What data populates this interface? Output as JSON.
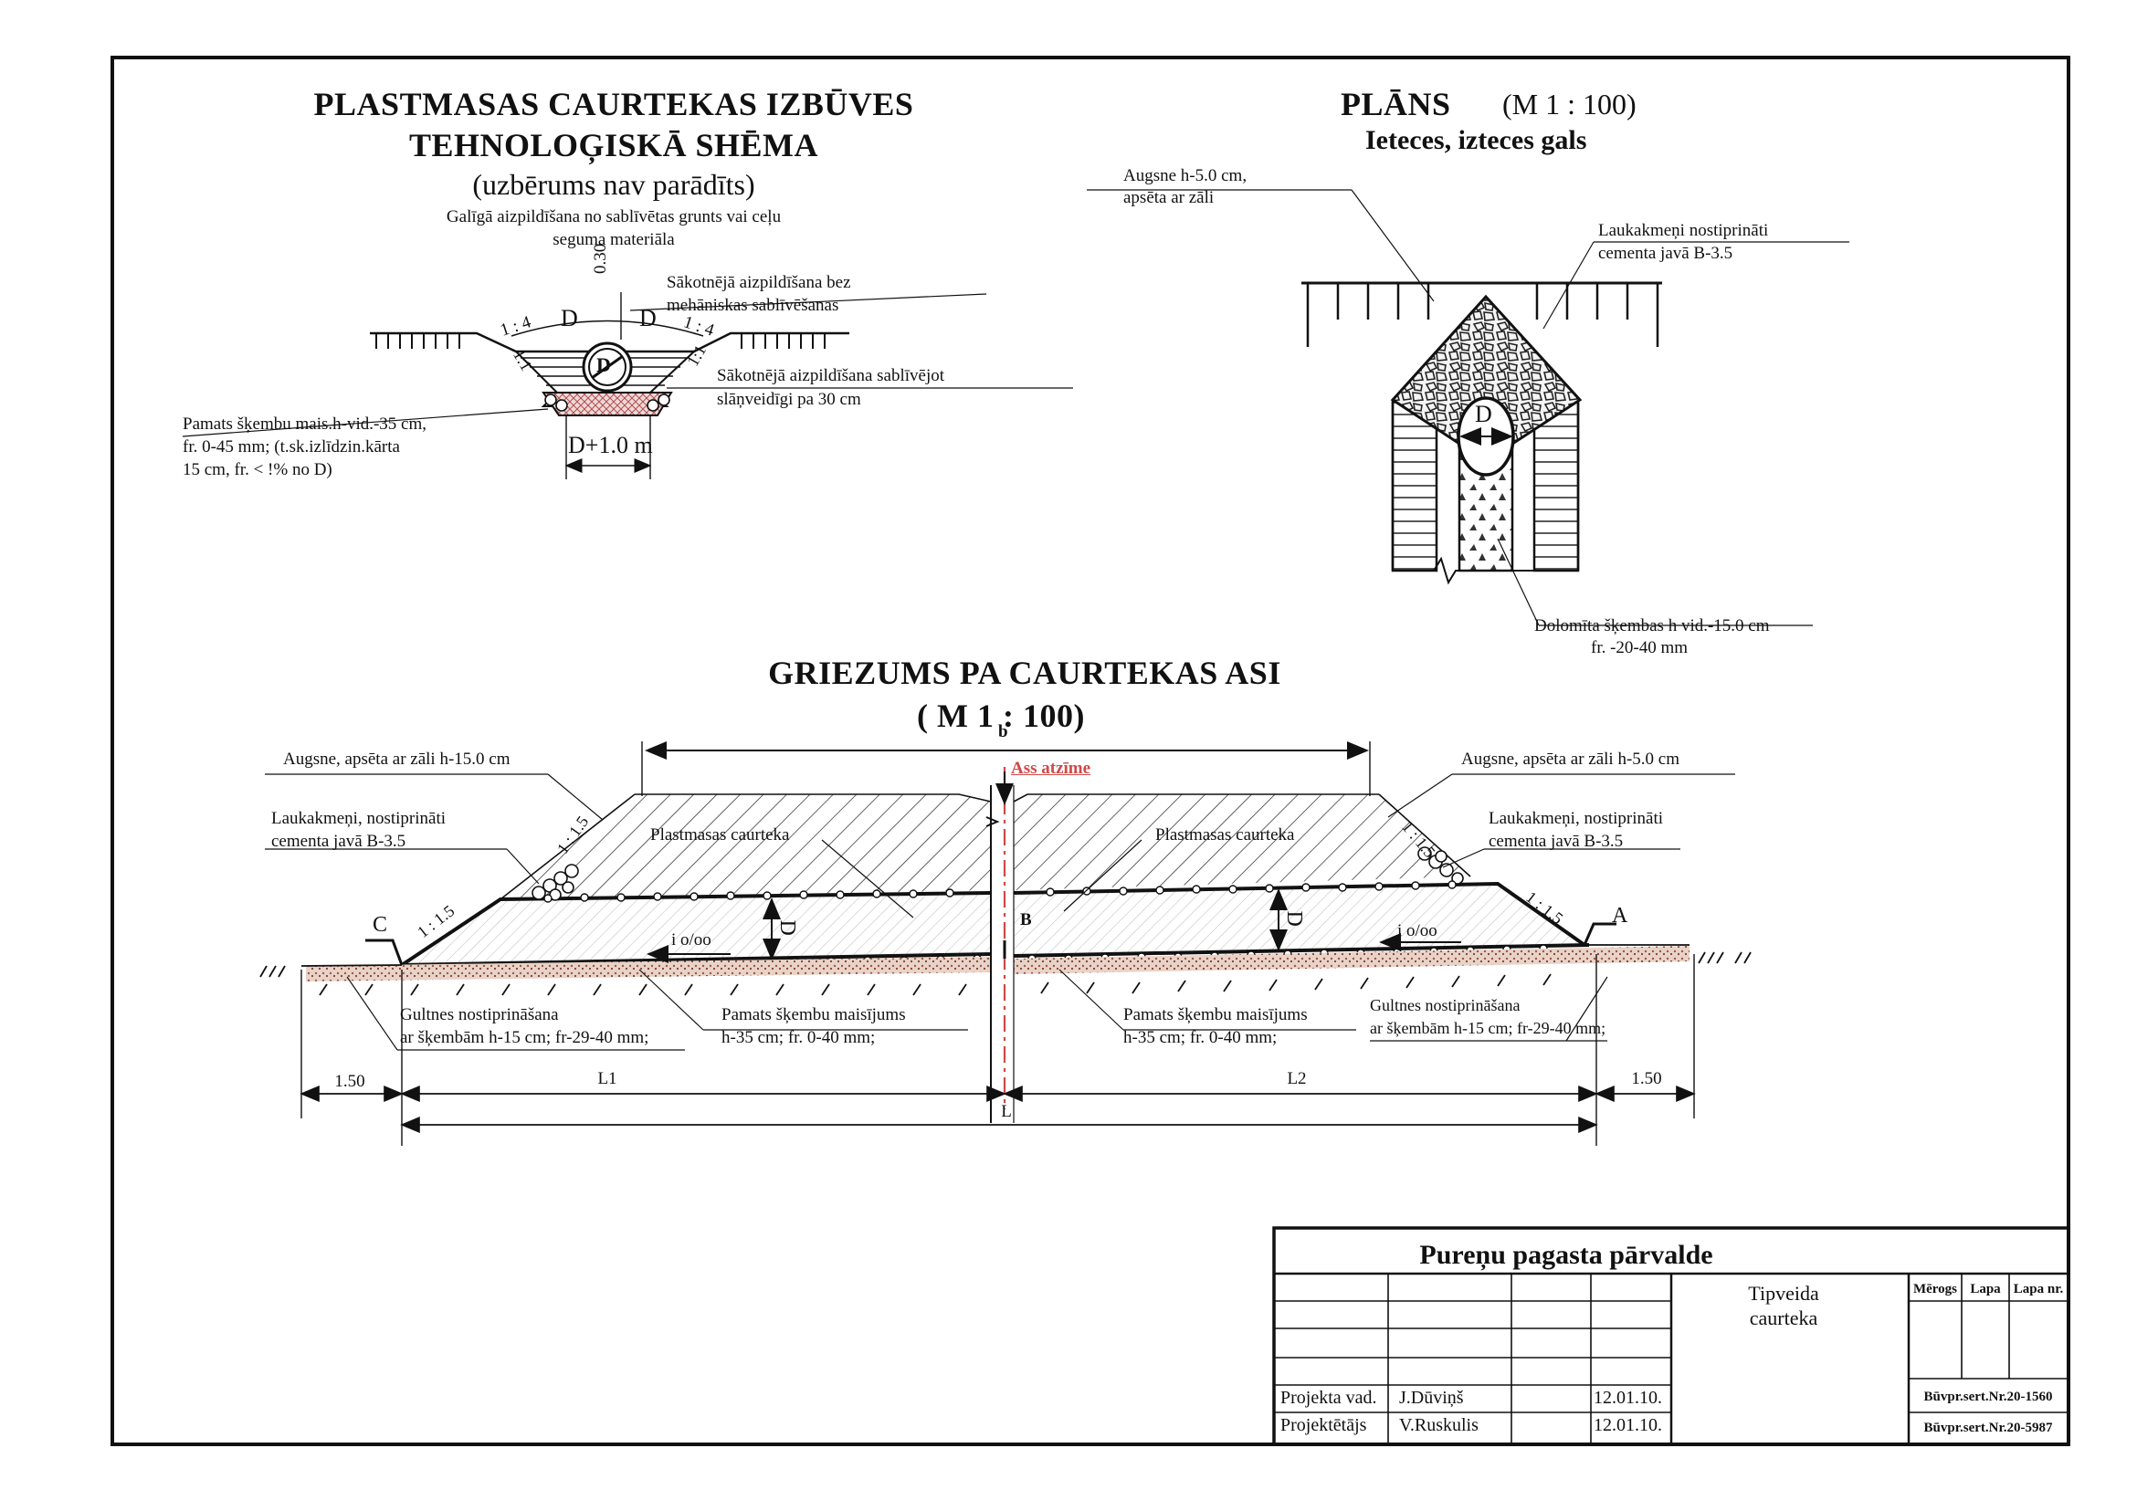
{
  "scheme": {
    "title_line1": "PLASTMASAS CAURTEKAS IZBŪVES",
    "title_line2": "TEHNOLOĢISKĀ SHĒMA",
    "subtitle": "(uzbērums nav parādīts)",
    "note_line1": "Galīgā aizpildīšana no sablīvētas grunts vai ceļu",
    "note_line2": "seguma materiāla",
    "dim_030": "0.30",
    "slope_left": "1 : 4",
    "slope_right": "1 : 4",
    "slope_11_left": "1:1",
    "slope_11_right": "1:1",
    "d_left": "D",
    "d_right": "D",
    "d_pipe": "D",
    "fill_initial_line1": "Sākotnējā aizpildīšana bez",
    "fill_initial_line2": "mehāniskas sablīvēšanas",
    "fill_compact_line1": "Sākotnējā aizpildīšana sablīvējot",
    "fill_compact_line2": "slāņveidīgi pa 30 cm",
    "base_line1": "Pamats šķembu mais.h-vid.-35 cm,",
    "base_line2": "fr. 0-45 mm; (t.sk.izlīdzin.kārta",
    "base_line3": "15 cm, fr. < !% no D)",
    "width_label": "D+1.0 m"
  },
  "plan": {
    "title": "PLĀNS",
    "scale": "(M 1 : 100)",
    "subtitle": "Ieteces, izteces gals",
    "soil_line1": "Augsne h-5.0 cm,",
    "soil_line2": "apsēta ar zāli",
    "stones_line1": "Laukakmeņi nostiprināti",
    "stones_line2": "cementa javā B-3.5",
    "d_label": "D",
    "dolomite_line1": "Dolomīta šķembas h vid.-15.0 cm",
    "dolomite_line2": "fr. -20-40 mm"
  },
  "section": {
    "title": "GRIEZUMS PA CAURTEKAS ASI",
    "scale": "( M 1 : 100)",
    "b_label": "b",
    "axis_label": "Ass atzīme",
    "soil_left": "Augsne, apsēta ar zāli h-15.0 cm",
    "soil_right": "Augsne, apsēta ar zāli h-5.0 cm",
    "stones_left_line1": "Laukakmeņi, nostiprināti",
    "stones_left_line2": "cementa javā B-3.5",
    "stones_right_line1": "Laukakmeņi, nostiprināti",
    "stones_right_line2": "cementa javā B-3.5",
    "pipe_left": "Plastmasas caurteka",
    "pipe_right": "Plastmasas caurteka",
    "slope_15": "1 : 1.5",
    "slope_15b": "1 : 1.5",
    "slope_15c": "1 : 1.5",
    "slope_15d": "1 : 1.5",
    "label_c": "C",
    "label_a": "A",
    "label_b": "B",
    "d_left": "D",
    "d_right": "D",
    "i_left": "i o/oo",
    "i_right": "i o/oo",
    "bed_left_line1": "Gultnes nostiprināšana",
    "bed_left_line2": "ar šķembām h-15 cm; fr-29-40 mm;",
    "base_left_line1": "Pamats šķembu maisījums",
    "base_left_line2": "h-35 cm; fr. 0-40 mm;",
    "base_right_line1": "Pamats šķembu maisījums",
    "base_right_line2": "h-35 cm; fr. 0-40 mm;",
    "bed_right_line1": "Gultnes nostiprināšana",
    "bed_right_line2": "ar šķembām h-15 cm; fr-29-40 mm;",
    "dim_150_left": "1.50",
    "dim_150_right": "1.50",
    "dim_l1": "L1",
    "dim_l2": "L2",
    "dim_l": "L"
  },
  "titleblock": {
    "org": "Pureņu pagasta pārvalde",
    "object_line1": "Tipveida",
    "object_line2": "caurteka",
    "col_scale": "Mērogs",
    "col_sheet": "Lapa",
    "col_sheetno": "Lapa nr.",
    "role1": "Projekta vad.",
    "name1": "J.Dūviņš",
    "date1": "12.01.10.",
    "role2": "Projektētājs",
    "name2": "V.Ruskulis",
    "date2": "12.01.10.",
    "cert1": "Būvpr.sert.Nr.20-1560",
    "cert2": "Būvpr.sert.Nr.20-5987"
  },
  "colors": {
    "line": "#111111",
    "axis_red": "#d14848",
    "gravel_brown": "#a0522d"
  }
}
